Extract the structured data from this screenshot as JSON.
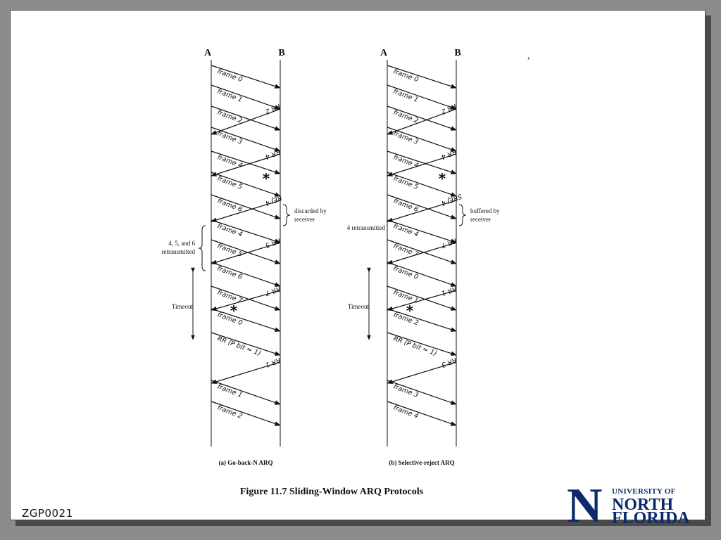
{
  "slide_code": "ZGP0021",
  "figure_title": "Figure 11.7  Sliding-Window ARQ Protocols",
  "logo": {
    "line1": "UNIVERSITY OF",
    "line2": "NORTH",
    "line3": "FLORIDA"
  },
  "left": {
    "station_a": "A",
    "station_b": "B",
    "caption": "(a) Go-back-N ARQ",
    "note_right": [
      "discarded by",
      "receiver"
    ],
    "note_left": [
      "4, 5, and 6",
      "retransmitted"
    ],
    "timeout": "Timeout",
    "frames": [
      "frame 0",
      "frame 1",
      "frame 2",
      "frame 3",
      "frame 4",
      "frame 5",
      "frame 6",
      "frame 4",
      "frame 5",
      "frame 6",
      "frame 7",
      "frame 0",
      "RR (P bit = 1)",
      "frame 1",
      "frame 2"
    ],
    "acks": [
      "RR 2",
      "RR 4",
      "REJ 4",
      "RR 5",
      "RR 7",
      "RR 1"
    ]
  },
  "right": {
    "station_a": "A",
    "station_b": "B",
    "caption": "(b) Selective-reject ARQ",
    "note_right": [
      "buffered by",
      "receiver"
    ],
    "note_left": [
      "4 retransmitted"
    ],
    "timeout": "Timeout",
    "frames": [
      "frame 0",
      "frame 1",
      "frame 2",
      "frame 3",
      "frame 4",
      "frame 5",
      "frame 6",
      "frame 4",
      "frame 7",
      "frame 0",
      "frame 1",
      "frame 2",
      "RR (P bit = 1)",
      "frame 3",
      "frame 4"
    ],
    "acks": [
      "RR 2",
      "RR 4",
      "SREJ 4",
      "RR 7",
      "RR 1",
      "RR 3"
    ]
  }
}
